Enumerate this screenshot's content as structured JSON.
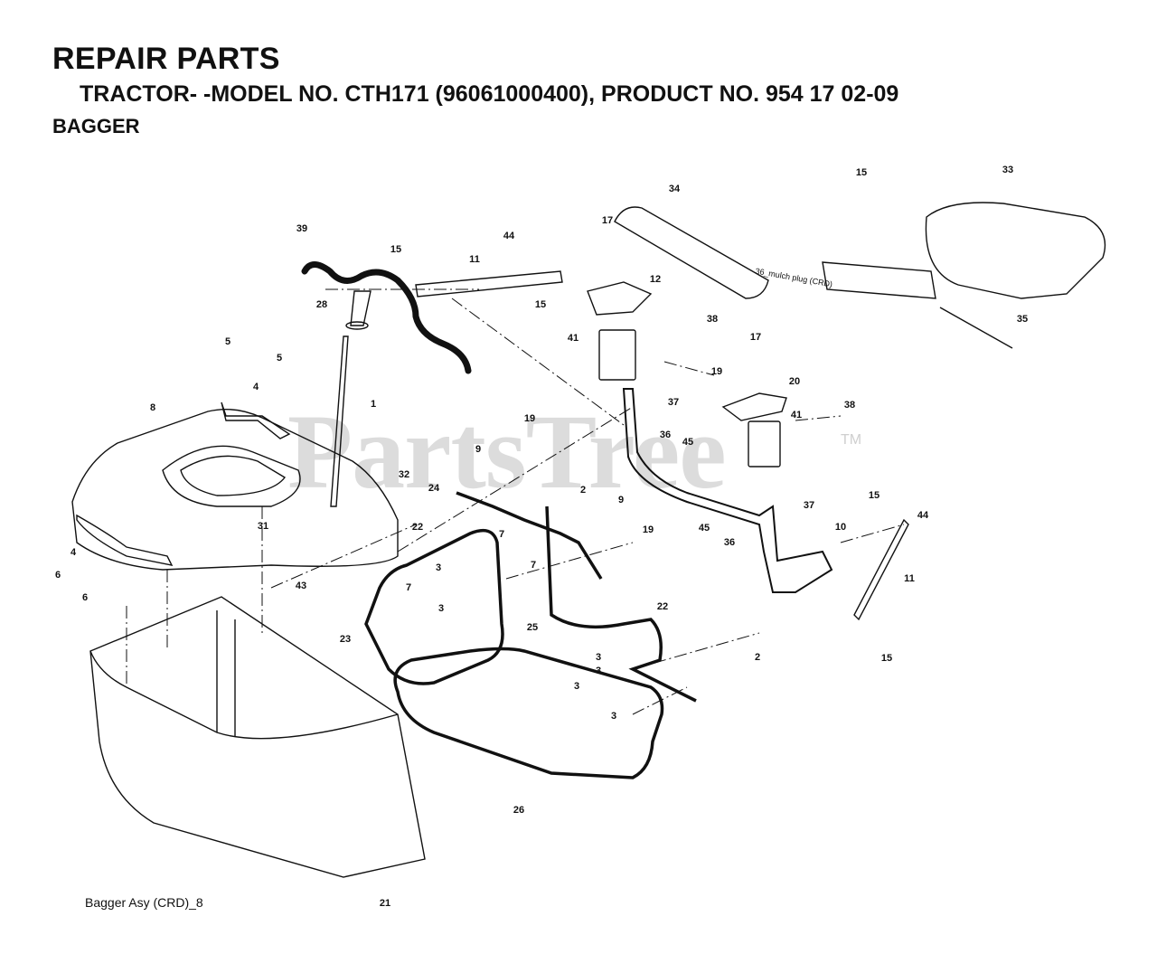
{
  "header": {
    "title": "REPAIR PARTS",
    "model_line": "TRACTOR- -MODEL NO. CTH171 (96061000400), PRODUCT NO. 954 17 02-09",
    "section": "BAGGER"
  },
  "watermark": {
    "text": "PartsTree",
    "tm": "TM"
  },
  "footer": {
    "caption": "Bagger Asy (CRD)_8"
  },
  "part_note": "36_mulch plug (CRD)",
  "callouts": [
    {
      "id": "c1",
      "label": "1"
    },
    {
      "id": "c2a",
      "label": "2"
    },
    {
      "id": "c2b",
      "label": "2"
    },
    {
      "id": "c3a",
      "label": "3"
    },
    {
      "id": "c3b",
      "label": "3"
    },
    {
      "id": "c3c",
      "label": "3"
    },
    {
      "id": "c3d",
      "label": "3"
    },
    {
      "id": "c3e",
      "label": "3"
    },
    {
      "id": "c3f",
      "label": "3"
    },
    {
      "id": "c4a",
      "label": "4"
    },
    {
      "id": "c4b",
      "label": "4"
    },
    {
      "id": "c5a",
      "label": "5"
    },
    {
      "id": "c5b",
      "label": "5"
    },
    {
      "id": "c6a",
      "label": "6"
    },
    {
      "id": "c6b",
      "label": "6"
    },
    {
      "id": "c7a",
      "label": "7"
    },
    {
      "id": "c7b",
      "label": "7"
    },
    {
      "id": "c7c",
      "label": "7"
    },
    {
      "id": "c8",
      "label": "8"
    },
    {
      "id": "c9a",
      "label": "9"
    },
    {
      "id": "c9b",
      "label": "9"
    },
    {
      "id": "c10",
      "label": "10"
    },
    {
      "id": "c11a",
      "label": "11"
    },
    {
      "id": "c11b",
      "label": "11"
    },
    {
      "id": "c12",
      "label": "12"
    },
    {
      "id": "c15a",
      "label": "15"
    },
    {
      "id": "c15b",
      "label": "15"
    },
    {
      "id": "c15c",
      "label": "15"
    },
    {
      "id": "c15d",
      "label": "15"
    },
    {
      "id": "c15e",
      "label": "15"
    },
    {
      "id": "c17a",
      "label": "17"
    },
    {
      "id": "c17b",
      "label": "17"
    },
    {
      "id": "c19a",
      "label": "19"
    },
    {
      "id": "c19b",
      "label": "19"
    },
    {
      "id": "c19c",
      "label": "19"
    },
    {
      "id": "c20",
      "label": "20"
    },
    {
      "id": "c21",
      "label": "21"
    },
    {
      "id": "c22a",
      "label": "22"
    },
    {
      "id": "c22b",
      "label": "22"
    },
    {
      "id": "c23",
      "label": "23"
    },
    {
      "id": "c24",
      "label": "24"
    },
    {
      "id": "c25",
      "label": "25"
    },
    {
      "id": "c26",
      "label": "26"
    },
    {
      "id": "c28",
      "label": "28"
    },
    {
      "id": "c31",
      "label": "31"
    },
    {
      "id": "c32",
      "label": "32"
    },
    {
      "id": "c33",
      "label": "33"
    },
    {
      "id": "c34",
      "label": "34"
    },
    {
      "id": "c35",
      "label": "35"
    },
    {
      "id": "c36a",
      "label": "36"
    },
    {
      "id": "c36b",
      "label": "36"
    },
    {
      "id": "c37a",
      "label": "37"
    },
    {
      "id": "c37b",
      "label": "37"
    },
    {
      "id": "c38a",
      "label": "38"
    },
    {
      "id": "c38b",
      "label": "38"
    },
    {
      "id": "c39",
      "label": "39"
    },
    {
      "id": "c41a",
      "label": "41"
    },
    {
      "id": "c41b",
      "label": "41"
    },
    {
      "id": "c43",
      "label": "43"
    },
    {
      "id": "c44a",
      "label": "44"
    },
    {
      "id": "c44b",
      "label": "44"
    },
    {
      "id": "c45a",
      "label": "45"
    },
    {
      "id": "c45b",
      "label": "45"
    }
  ]
}
